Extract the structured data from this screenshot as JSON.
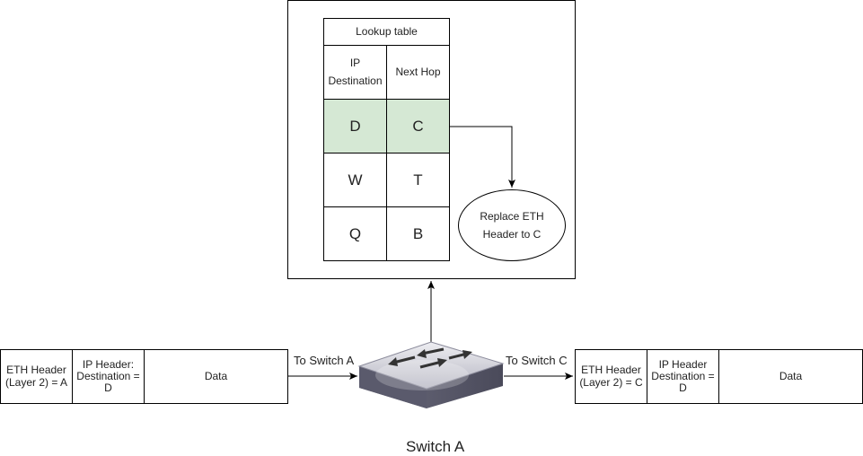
{
  "lookup_table": {
    "title": "Lookup table",
    "col_ip_line1": "IP",
    "col_ip_line2": "Destination",
    "col_next_hop": "Next Hop",
    "rows": [
      {
        "dest": "D",
        "hop": "C"
      },
      {
        "dest": "W",
        "hop": "T"
      },
      {
        "dest": "Q",
        "hop": "B"
      }
    ],
    "highlight_color": "#d5e8d4"
  },
  "action": {
    "line1": "Replace ETH",
    "line2": "Header to C"
  },
  "incoming_packet": {
    "eth_line1": "ETH Header",
    "eth_line2": "(Layer 2) = A",
    "ip_line1": "IP Header:",
    "ip_line2": "Destination =",
    "ip_line3": "D",
    "data": "Data"
  },
  "outgoing_packet": {
    "eth_line1": "ETH Header",
    "eth_line2": "(Layer 2)  = C",
    "ip_line1": "IP Header",
    "ip_line2": "Destination =",
    "ip_line3": "D",
    "data": "Data"
  },
  "labels": {
    "to_switch_a": "To Switch A",
    "to_switch_c": "To Switch C",
    "caption": "Switch A"
  },
  "icons": {
    "switch": "network-switch-icon"
  }
}
